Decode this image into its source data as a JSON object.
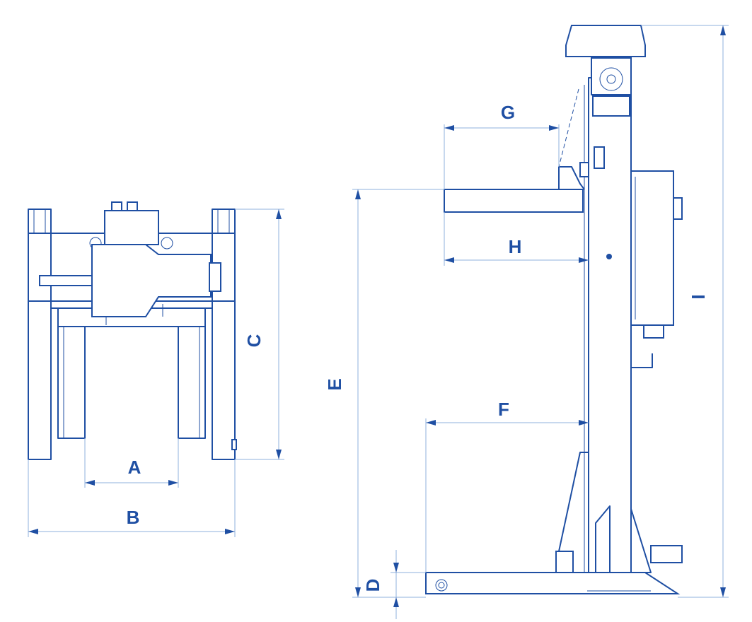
{
  "dimension_labels": {
    "A": "A",
    "B": "B",
    "C": "C",
    "D": "D",
    "E": "E",
    "F": "F",
    "G": "G",
    "H": "H",
    "I": "I"
  },
  "colors": {
    "line": "#1f4fa3",
    "dimension_line": "#8fb0dd",
    "background": "#ffffff"
  }
}
